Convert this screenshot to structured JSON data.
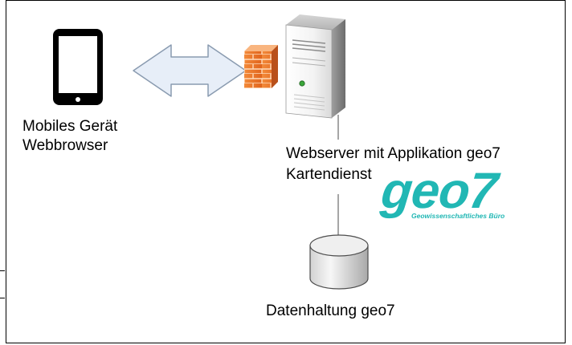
{
  "client": {
    "line1": "Mobiles Gerät",
    "line2": "Webbrowser",
    "icon": "tablet-icon"
  },
  "connection": {
    "icon": "double-arrow-icon",
    "firewall_icon": "firewall-icon"
  },
  "server": {
    "line1": "Webserver mit Applikation geo7",
    "line2": "Kartendienst",
    "icon": "server-tower-icon"
  },
  "logo": {
    "text": "geo7",
    "subtitle": "Geowissenschaftliches Büro",
    "color": "#21b7b4"
  },
  "database": {
    "label": "Datenhaltung geo7",
    "icon": "database-cylinder-icon"
  },
  "colors": {
    "arrow_fill": "#e7eef8",
    "arrow_stroke": "#8a9bb0",
    "firewall": "#f07a2c",
    "server_body": "#f1f1f1",
    "connector": "#4d4d4d"
  }
}
